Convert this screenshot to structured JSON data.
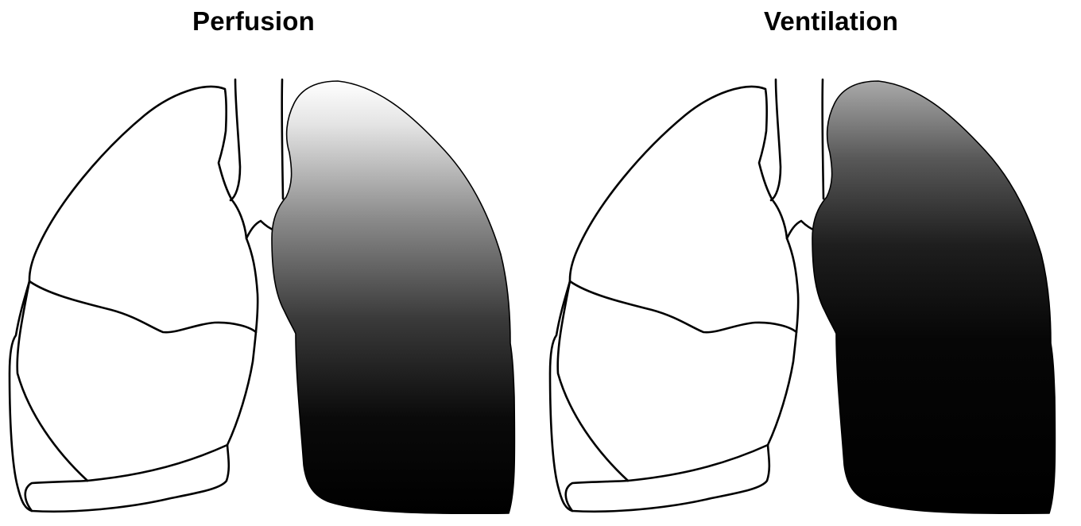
{
  "panels": [
    {
      "id": "perfusion",
      "title": "Perfusion",
      "gradient": {
        "stops": [
          {
            "offset": 0.0,
            "color": "#ffffff"
          },
          {
            "offset": 0.1,
            "color": "#e4e4e4"
          },
          {
            "offset": 0.32,
            "color": "#8a8a8a"
          },
          {
            "offset": 0.55,
            "color": "#3a3a3a"
          },
          {
            "offset": 0.78,
            "color": "#0a0a0a"
          },
          {
            "offset": 1.0,
            "color": "#000000"
          }
        ]
      }
    },
    {
      "id": "ventilation",
      "title": "Ventilation",
      "gradient": {
        "stops": [
          {
            "offset": 0.0,
            "color": "#a9a9a9"
          },
          {
            "offset": 0.18,
            "color": "#585858"
          },
          {
            "offset": 0.38,
            "color": "#1e1e1e"
          },
          {
            "offset": 0.6,
            "color": "#060606"
          },
          {
            "offset": 1.0,
            "color": "#000000"
          }
        ]
      }
    }
  ]
}
